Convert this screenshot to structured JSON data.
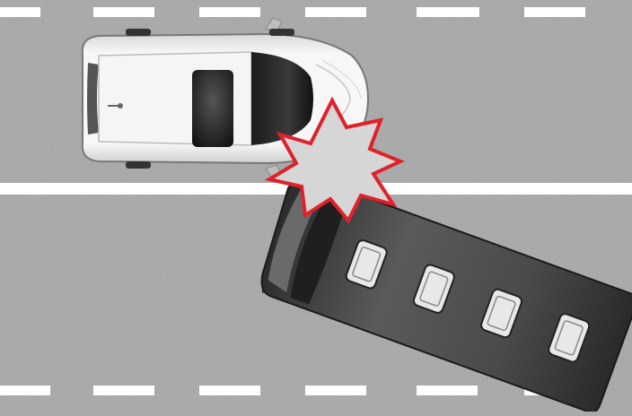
{
  "scene": {
    "colors": {
      "asphalt": "#a7a7a7",
      "lane_marking": "#ffffff",
      "car_body": "#efefef",
      "car_glass": "#2a2a2a",
      "bus_roof": "#4a4a4a",
      "impact_fill": "#d6d6d6",
      "impact_outline": "#e0202a"
    },
    "elements": {
      "car": {
        "type": "sedan",
        "view": "top-down",
        "heading": "right"
      },
      "bus": {
        "type": "minibus",
        "view": "top-down",
        "roof_hatches": 4
      },
      "impact": {
        "shape": "starburst"
      }
    }
  }
}
